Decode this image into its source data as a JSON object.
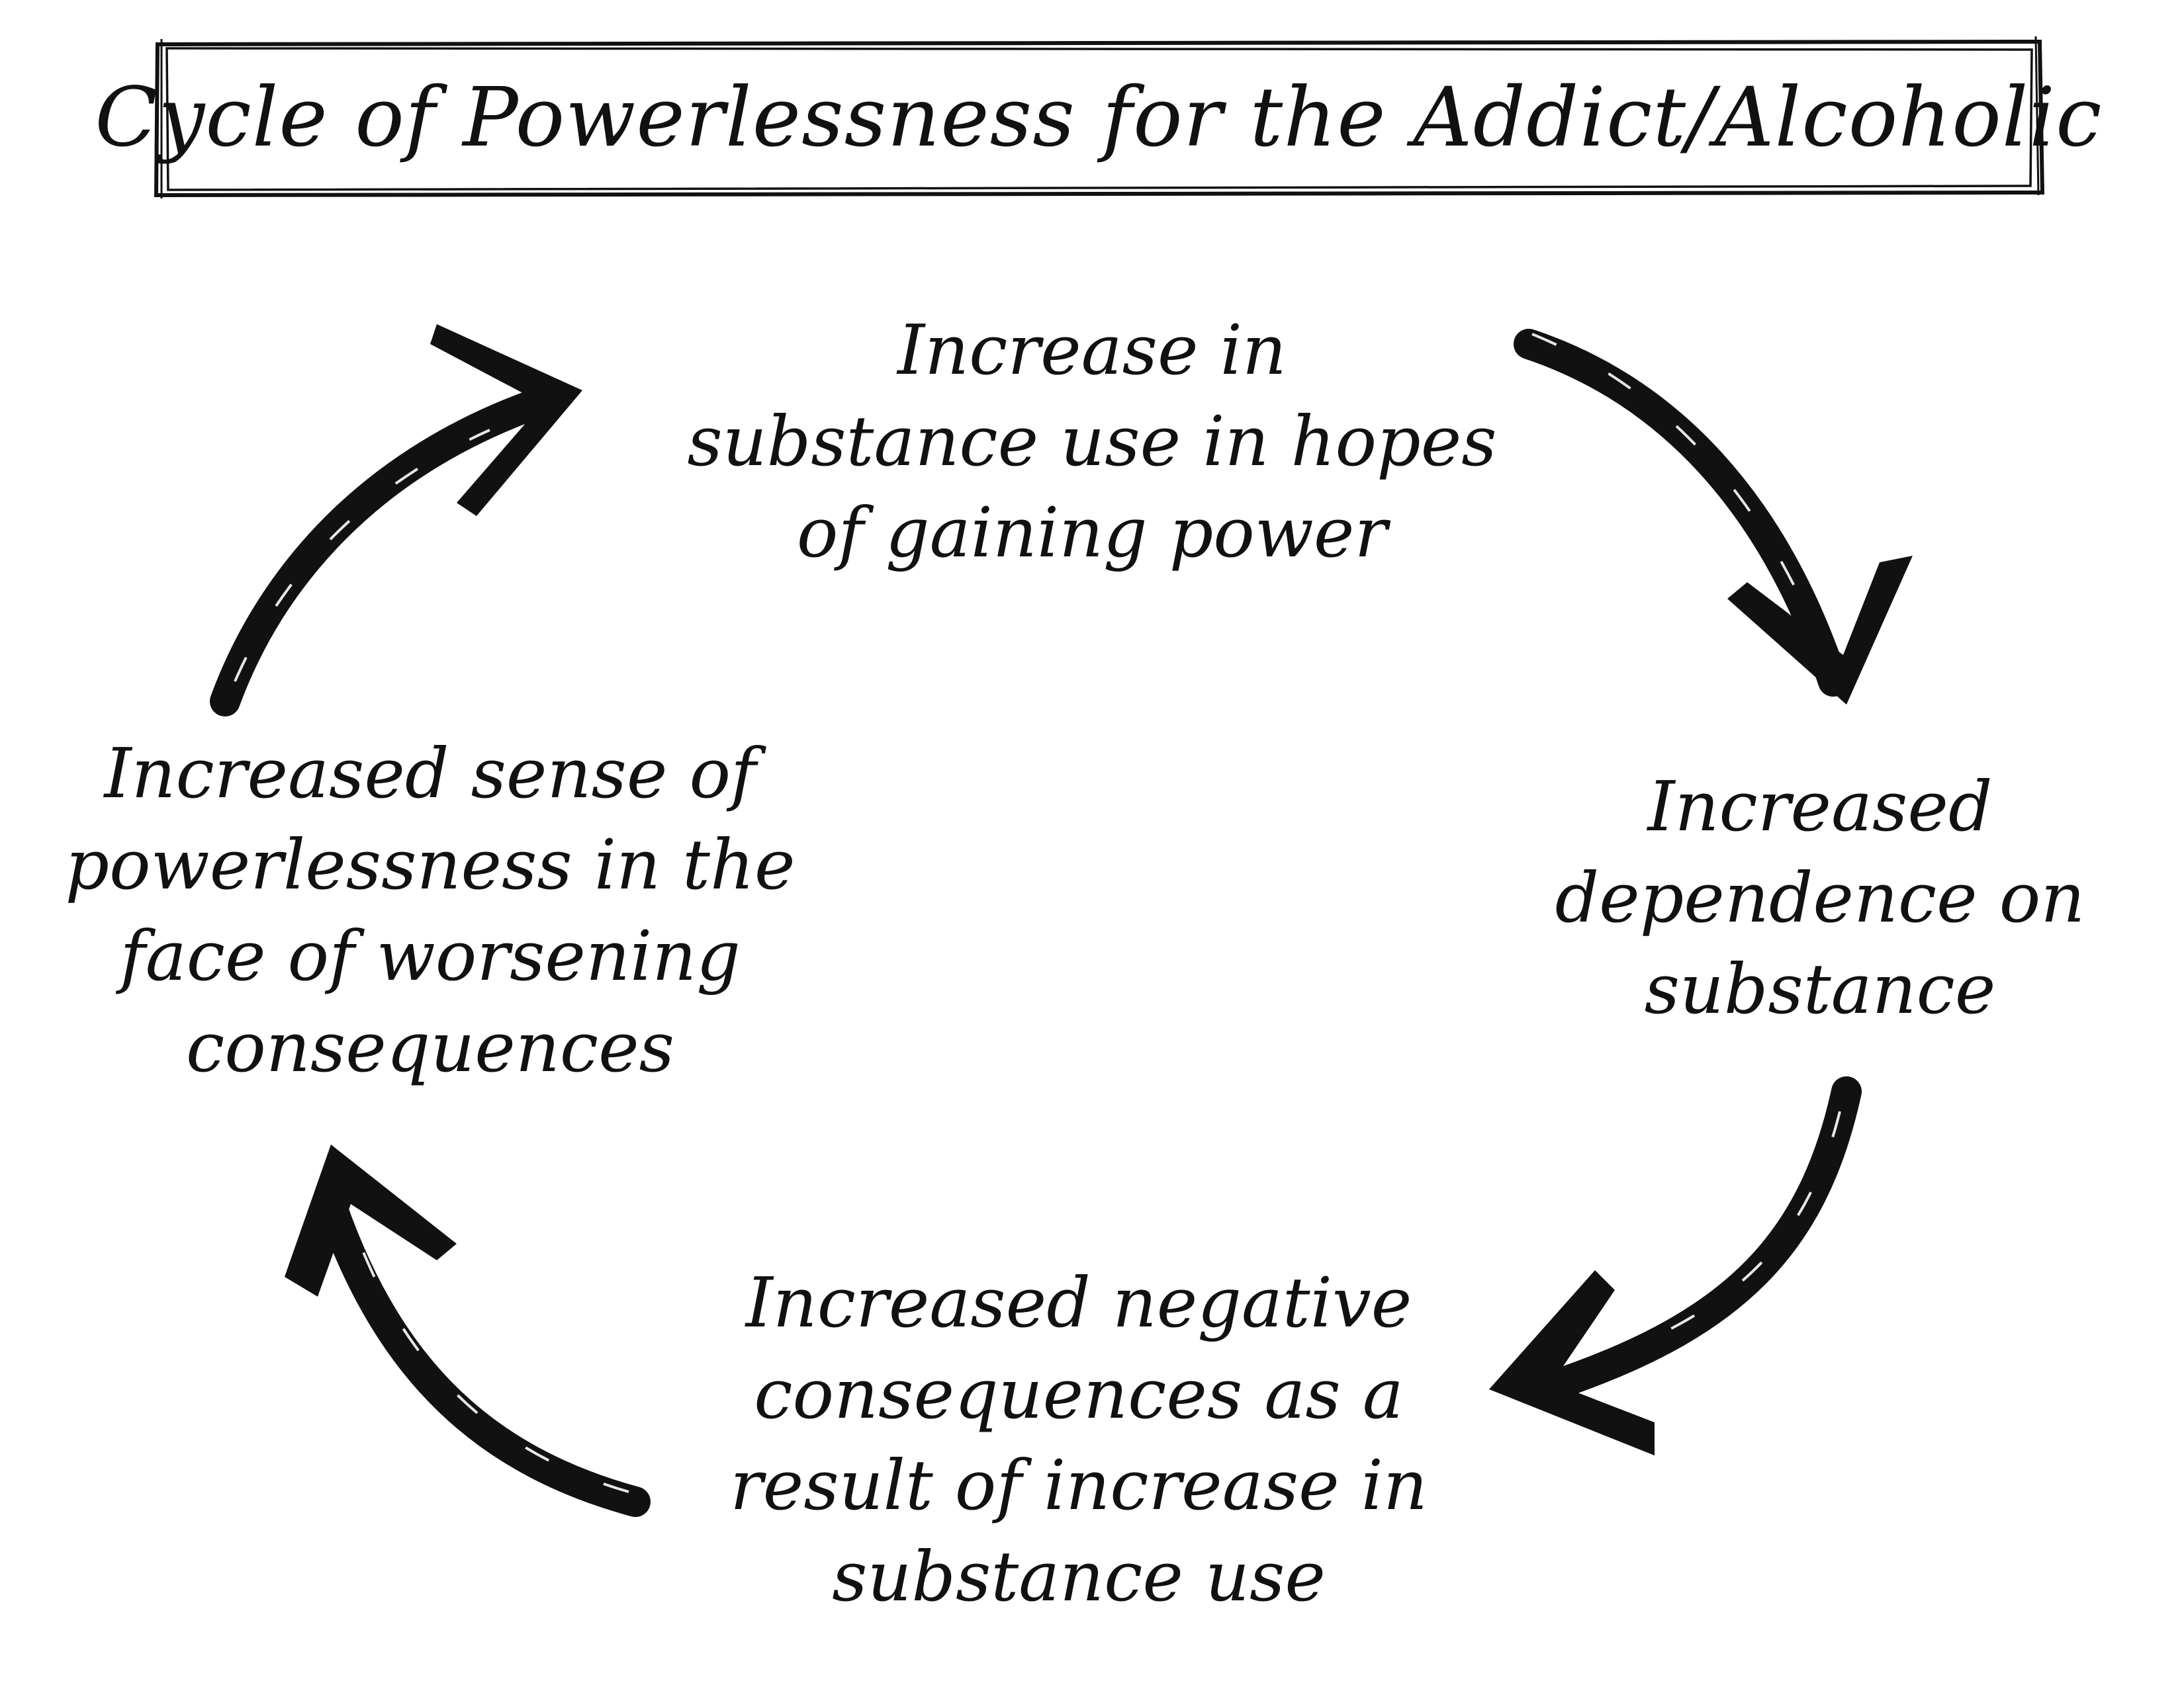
{
  "diagram": {
    "type": "cycle",
    "title": "Cycle of Powerlessness for the Addict/Alcoholic",
    "nodes": [
      {
        "id": "top",
        "lines": [
          "Increase in",
          "substance use in hopes",
          "of gaining power"
        ]
      },
      {
        "id": "right",
        "lines": [
          "Increased",
          "dependence on",
          "substance"
        ]
      },
      {
        "id": "bottom",
        "lines": [
          "Increased negative",
          "consequences as a",
          "result of increase in",
          "substance use"
        ]
      },
      {
        "id": "left",
        "lines": [
          "Increased sense of",
          "powerlessness in the",
          "face of worsening",
          "consequences"
        ]
      }
    ],
    "edges": [
      {
        "from": "top",
        "to": "right"
      },
      {
        "from": "right",
        "to": "bottom"
      },
      {
        "from": "bottom",
        "to": "left"
      },
      {
        "from": "left",
        "to": "top"
      }
    ],
    "arrow_icon": "curved-arrow-icon",
    "colors": {
      "ink": "#111111",
      "background": "#ffffff"
    }
  }
}
